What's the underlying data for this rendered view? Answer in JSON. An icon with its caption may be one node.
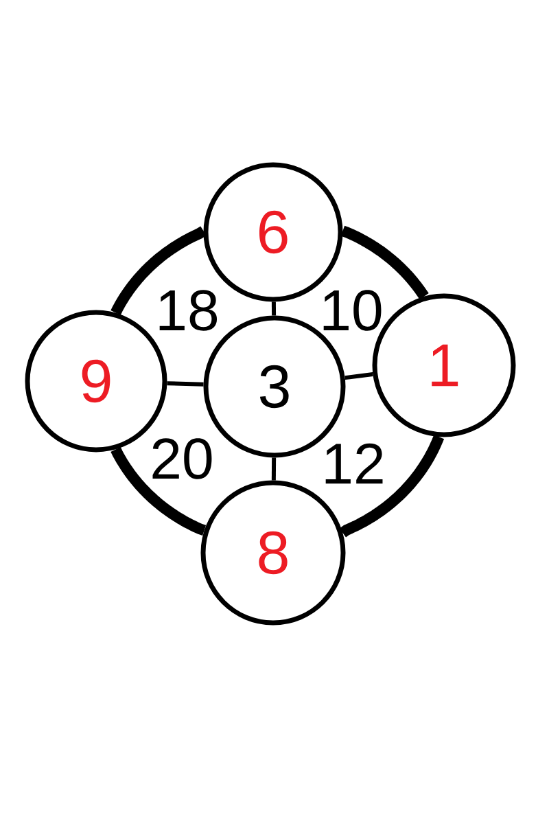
{
  "diagram": {
    "nodes": [
      {
        "text": [
          "6"
        ]
      },
      {
        "text": [
          "9"
        ]
      },
      {
        "text": [
          "3"
        ]
      },
      {
        "text": [
          "1"
        ]
      },
      {
        "text": [
          "8"
        ]
      }
    ],
    "edges": [
      {
        "from": 0,
        "to": 3,
        "arrow": "none",
        "style": "thick"
      },
      {
        "from": 3,
        "to": 4,
        "arrow": "none",
        "style": "thick"
      },
      {
        "from": 4,
        "to": 1,
        "arrow": "none",
        "style": "thick"
      },
      {
        "from": 1,
        "to": 0,
        "arrow": "none",
        "style": "thick"
      },
      {
        "from": 2,
        "to": 0,
        "arrow": "none"
      },
      {
        "from": 2,
        "to": 1,
        "arrow": "none"
      },
      {
        "from": 2,
        "to": 3,
        "arrow": "none"
      },
      {
        "from": 2,
        "to": 4,
        "arrow": "none"
      }
    ],
    "labels": [
      "18",
      "10",
      "20",
      "12"
    ]
  }
}
